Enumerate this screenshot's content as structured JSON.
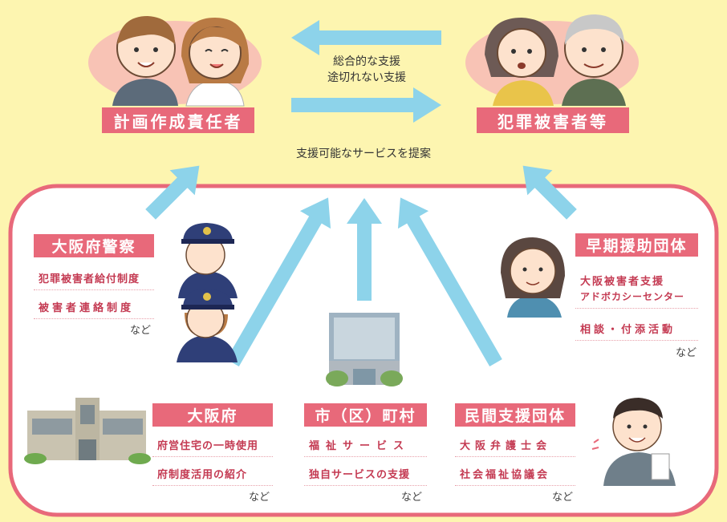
{
  "top": {
    "left_actor": "計画作成責任者",
    "right_actor": "犯罪被害者等",
    "arrow_text_1": "総合的な支援",
    "arrow_text_2": "途切れない支援",
    "propose_text": "支援可能なサービスを提案"
  },
  "police": {
    "title": "大阪府警察",
    "items": [
      "犯罪被害者給付制度",
      "被害者連絡制度"
    ],
    "etc": "など"
  },
  "early_support": {
    "title": "早期援助団体",
    "item1_line1": "大阪被害者支援",
    "item1_line2": "アドボカシーセンター",
    "item2": "相談・付添活動",
    "etc": "など"
  },
  "osaka_pref": {
    "title": "大阪府",
    "items": [
      "府営住宅の一時使用",
      "府制度活用の紹介"
    ],
    "etc": "など"
  },
  "municipality": {
    "title": "市（区）町村",
    "items": [
      "福祉サービス",
      "独自サービスの支援"
    ],
    "etc": "など"
  },
  "private_groups": {
    "title": "民間支援団体",
    "items": [
      "大阪弁護士会",
      "社会福祉協議会"
    ],
    "etc": "など"
  },
  "colors": {
    "background": "#fdf5b0",
    "label_pink": "#e8697a",
    "arrow_blue": "#8dd3ea",
    "frame_pink": "#e8697a",
    "oval_pink": "#f8c3b5"
  }
}
